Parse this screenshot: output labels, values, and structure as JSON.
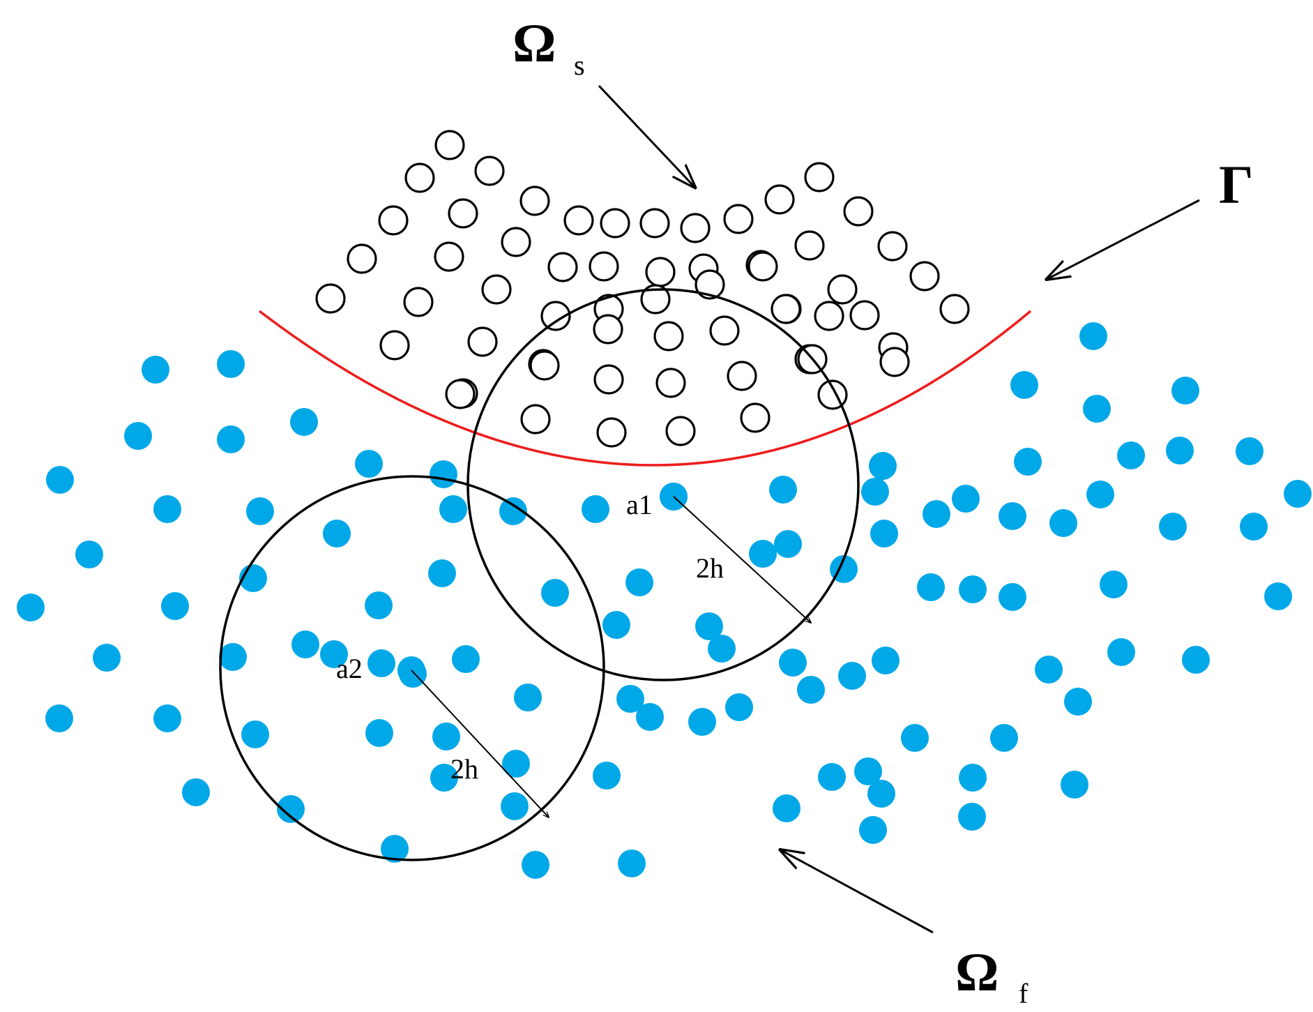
{
  "labels": {
    "omega_s": "Ω",
    "omega_s_sub": "s",
    "gamma": "Γ",
    "omega_f": "Ω",
    "omega_f_sub": "f",
    "a1": "a1",
    "a2": "a2",
    "radius1": "2h",
    "radius2": "2h"
  },
  "colors": {
    "fluid_particle": "#00a8e8",
    "interface": "#ee1c1c",
    "solid_particle_stroke": "#000000",
    "line": "#000000"
  },
  "icons": {
    "solid_particles": "hollow-circle-icon",
    "fluid_particles": "filled-circle-icon",
    "arrows": "arrow-icon"
  }
}
